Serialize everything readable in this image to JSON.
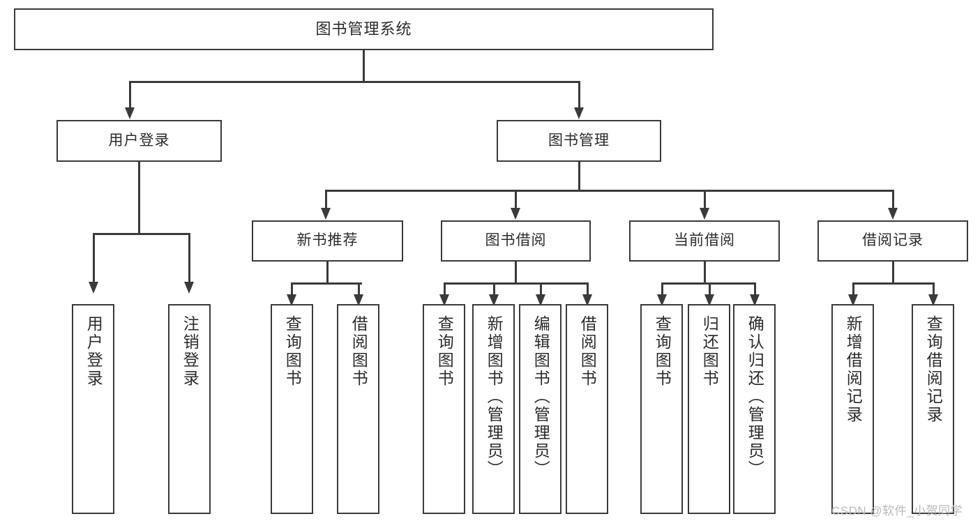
{
  "diagram": {
    "type": "tree-hierarchy-flowchart",
    "root": {
      "label": "图书管理系统"
    },
    "level1": [
      {
        "label": "用户登录"
      },
      {
        "label": "图书管理"
      }
    ],
    "level2": [
      {
        "label": "新书推荐"
      },
      {
        "label": "图书借阅"
      },
      {
        "label": "当前借阅"
      },
      {
        "label": "借阅记录"
      }
    ],
    "leaves": {
      "user_login": [
        {
          "label": "用户登录"
        },
        {
          "label": "注销登录"
        }
      ],
      "new_book_recommend": [
        {
          "label": "查询图书"
        },
        {
          "label": "借阅图书"
        }
      ],
      "book_borrow": [
        {
          "label": "查询图书"
        },
        {
          "label": "新增图书（管理员）"
        },
        {
          "label": "编辑图书（管理员）"
        },
        {
          "label": "借阅图书"
        }
      ],
      "current_borrow": [
        {
          "label": "查询图书"
        },
        {
          "label": "归还图书"
        },
        {
          "label": "确认归还（管理员）"
        }
      ],
      "borrow_record": [
        {
          "label": "新增借阅记录"
        },
        {
          "label": "查询借阅记录"
        }
      ]
    }
  },
  "watermark": {
    "text": "CSDN @软件_小贺同学"
  },
  "colors": {
    "stroke": "#3a3a3a",
    "text": "#2b2b2b",
    "background": "#ffffff",
    "watermark": "#b9b9b9"
  }
}
